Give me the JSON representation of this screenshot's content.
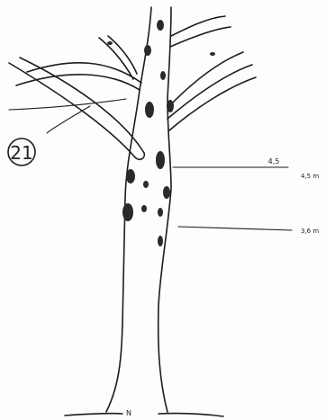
{
  "figure": {
    "number_label": "21",
    "measurements": [
      {
        "label": "4,5",
        "value_label": "4,5 m"
      },
      {
        "label": "3,6 m"
      }
    ],
    "base_mark": "N"
  }
}
